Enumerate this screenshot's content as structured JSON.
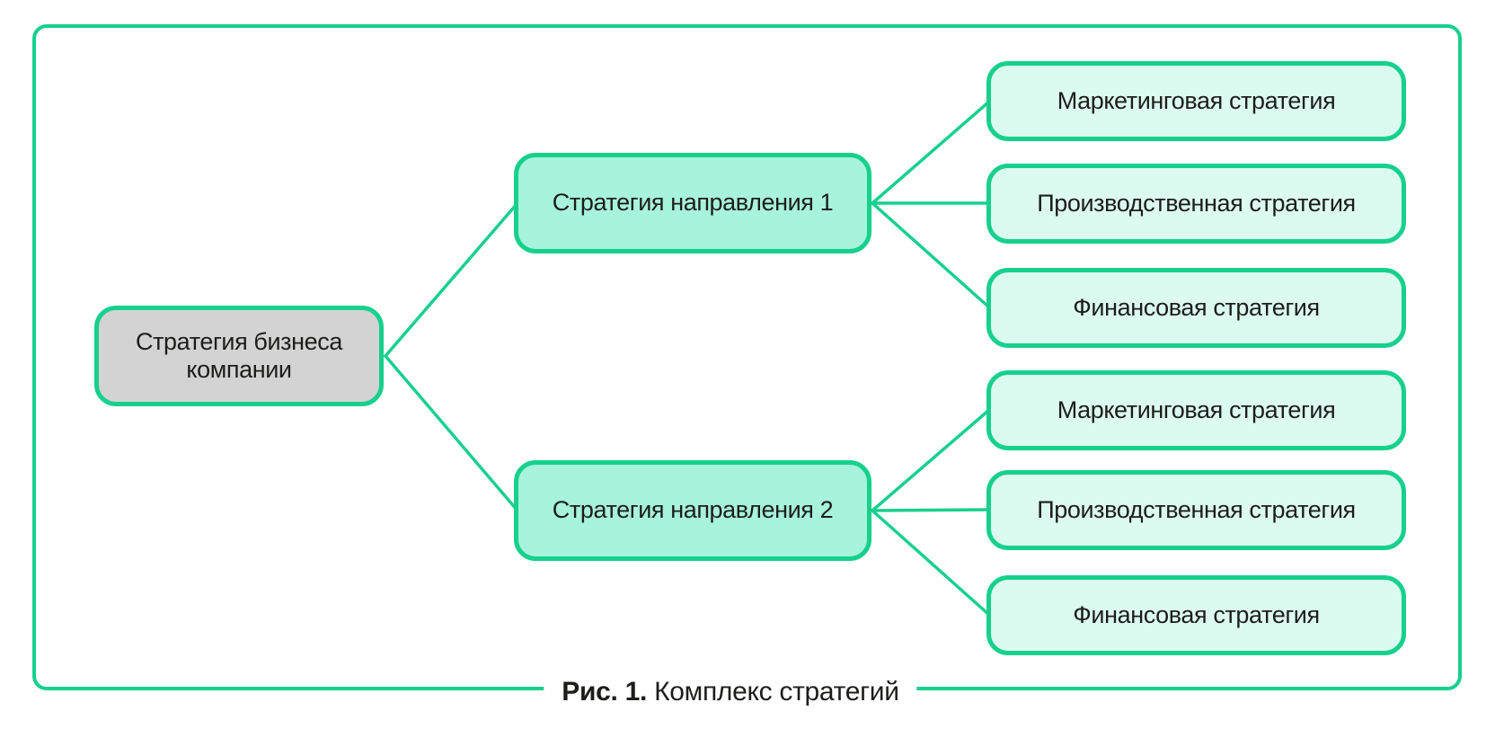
{
  "figure": {
    "caption_prefix": "Рис. 1.",
    "caption_text": "Комплекс стратегий"
  },
  "tree": {
    "root": {
      "label": "Стратегия бизнеса компании"
    },
    "branches": [
      {
        "label": "Стратегия направления 1",
        "children": [
          {
            "label": "Маркетинговая стратегия"
          },
          {
            "label": "Производственная стратегия"
          },
          {
            "label": "Финансовая стратегия"
          }
        ]
      },
      {
        "label": "Стратегия направления 2",
        "children": [
          {
            "label": "Маркетинговая стратегия"
          },
          {
            "label": "Производственная стратегия"
          },
          {
            "label": "Финансовая стратегия"
          }
        ]
      }
    ]
  },
  "colors": {
    "accent_green": "#17d08e",
    "root_fill": "#d3d3d3",
    "branch_fill": "#a7f3db",
    "leaf_fill": "#dcfbf0",
    "text": "#1d1d1b",
    "background": "#ffffff"
  }
}
